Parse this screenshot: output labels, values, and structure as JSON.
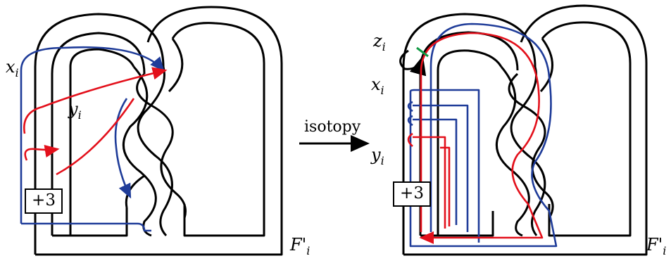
{
  "left": {
    "box": "+3",
    "x_label": "x_i",
    "y_label": "y_i",
    "F_label": "F'_i"
  },
  "right": {
    "box": "+3",
    "x_label": "x_i",
    "y_label": "y_i",
    "z_label": "z_i",
    "F_label": "F'_i"
  },
  "arrow_label": "isotopy",
  "colors": {
    "blue": "#1f3c99",
    "red": "#e3101b",
    "green": "#119944",
    "black": "#000000"
  }
}
